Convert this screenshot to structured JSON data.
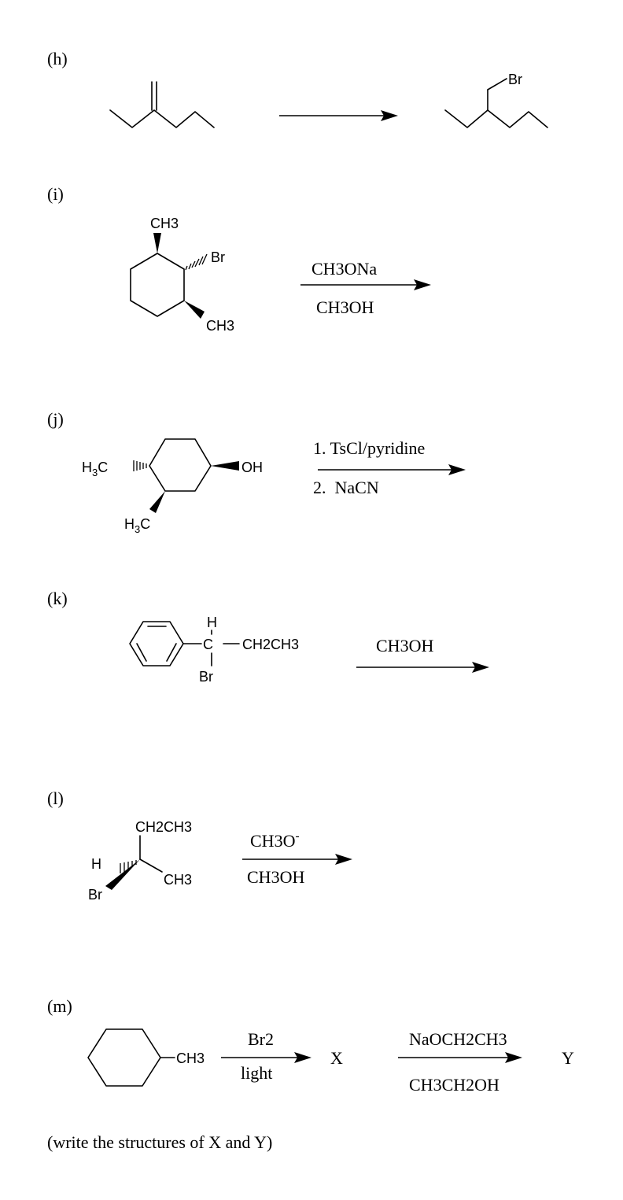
{
  "problems": [
    {
      "label": "(h)",
      "product_atoms": {
        "br": "Br"
      }
    },
    {
      "label": "(i)",
      "substrate_atoms": {
        "top_methyl": "CH3",
        "bromo": "Br",
        "bottom_methyl": "CH3"
      },
      "reagent_above": "CH3ONa",
      "reagent_below": "CH3OH"
    },
    {
      "label": "(j)",
      "substrate_atoms": {
        "left_methyl": "H3C",
        "bottom_methyl": "H3C",
        "hydroxyl": "OH"
      },
      "step1": "1. TsCl/pyridine",
      "step2": "2.  NaCN"
    },
    {
      "label": "(k)",
      "substrate_atoms": {
        "h": "H",
        "c": "C",
        "ethyl": "CH2CH3",
        "br": "Br"
      },
      "reagent_above": "CH3OH"
    },
    {
      "label": "(l)",
      "substrate_atoms": {
        "ethyl": "CH2CH3",
        "h": "H",
        "methyl": "CH3",
        "br": "Br"
      },
      "reagent_above": "CH3O-",
      "reagent_below": "CH3OH"
    },
    {
      "label": "(m)",
      "substrate_atoms": {
        "methyl": "CH3"
      },
      "step1_above": "Br2",
      "step1_below": "light",
      "intermediate": "X",
      "step2_above": "NaOCH2CH3",
      "step2_below": "CH3CH2OH",
      "product": "Y",
      "instruction": "(write the structures of X and Y)"
    }
  ]
}
